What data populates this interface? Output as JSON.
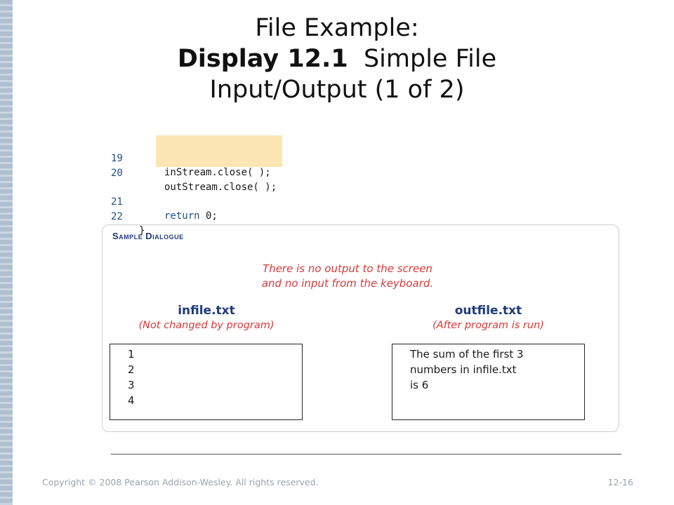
{
  "slide": {
    "title_line1": "File Example:",
    "title_line2_bold": "Display 12.1",
    "title_line2_rest": "  Simple File",
    "title_line3": "Input/Output (1 of 2)"
  },
  "code": {
    "lines": [
      {
        "num": "19",
        "text": "inStream.close( );"
      },
      {
        "num": "20",
        "text": "outStream.close( );"
      },
      {
        "num": "21",
        "keyword": "return",
        "text": " 0;"
      },
      {
        "num": "22",
        "text": "}"
      }
    ],
    "highlight_color": "#fbe6b3"
  },
  "sample_dialogue": {
    "heading": "Sample Dialogue",
    "note_line1": "There is no output to the screen",
    "note_line2": "and no input from the keyboard.",
    "infile": {
      "name": "infile.txt",
      "subtitle": "(Not changed by program)",
      "lines": [
        "1",
        "2",
        "3",
        "4"
      ]
    },
    "outfile": {
      "name": "outfile.txt",
      "subtitle": "(After program is run)",
      "lines": [
        "The sum of the first 3",
        "numbers in infile.txt",
        "is 6"
      ]
    }
  },
  "footer": {
    "copyright": "Copyright © 2008 Pearson Addison-Wesley. All rights reserved.",
    "page": "12-16"
  },
  "colors": {
    "accent_blue": "#1e3a7a",
    "note_red": "#d23b3b"
  }
}
